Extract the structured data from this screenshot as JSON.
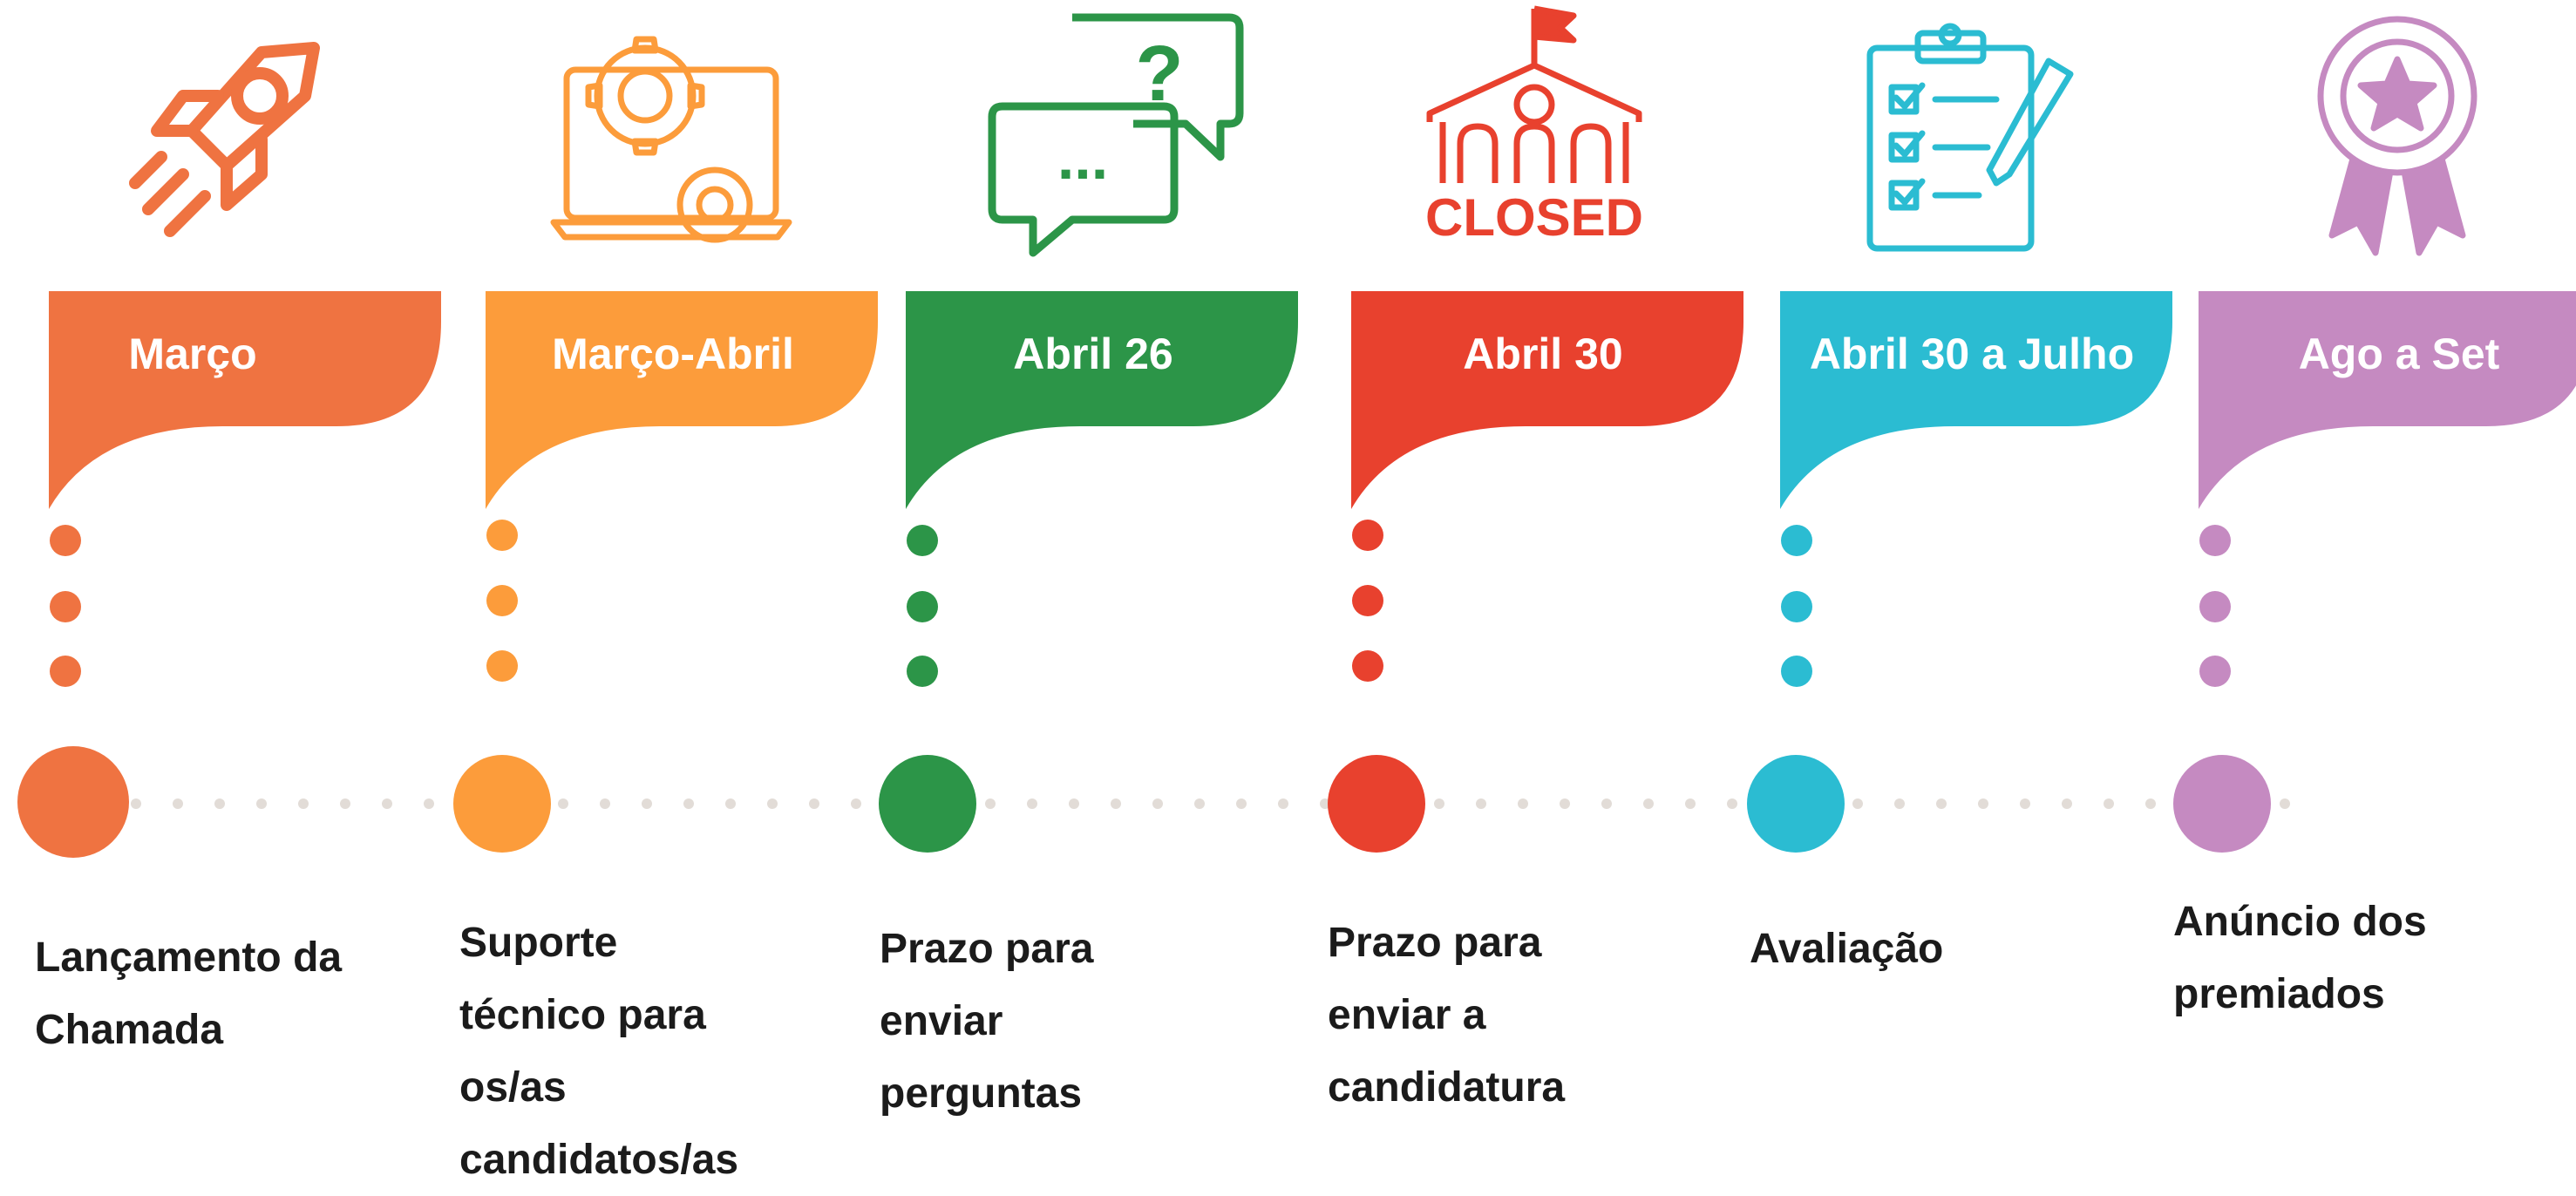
{
  "timeline": {
    "steps": [
      {
        "period": "Março",
        "description": "Lançamento da\nChamada",
        "color": "#ef7341",
        "icon": "rocket-icon"
      },
      {
        "period": "Março-Abril",
        "description": "Suporte\ntécnico para\nos/as\ncandidatos/as",
        "color": "#fc9c3b",
        "icon": "laptop-gears-icon"
      },
      {
        "period": "Abril 26",
        "description": "Prazo para\nenviar\nperguntas",
        "color": "#2c9548",
        "icon": "chat-question-icon"
      },
      {
        "period": "Abril 30",
        "description": "Prazo para\nenviar a\ncandidatura",
        "color": "#e8412e",
        "icon": "closed-school-icon"
      },
      {
        "period": "Abril 30 a Julho",
        "description": "Avaliação",
        "color": "#2bbcd2",
        "icon": "checklist-clipboard-icon"
      },
      {
        "period": "Ago a  Set",
        "description": "Anúncio dos\npremiados",
        "color": "#c58ac1",
        "icon": "award-ribbon-icon"
      }
    ],
    "icon_texts": {
      "closed_sign": "CLOSED",
      "question_mark": "?",
      "ellipsis": "..."
    }
  }
}
